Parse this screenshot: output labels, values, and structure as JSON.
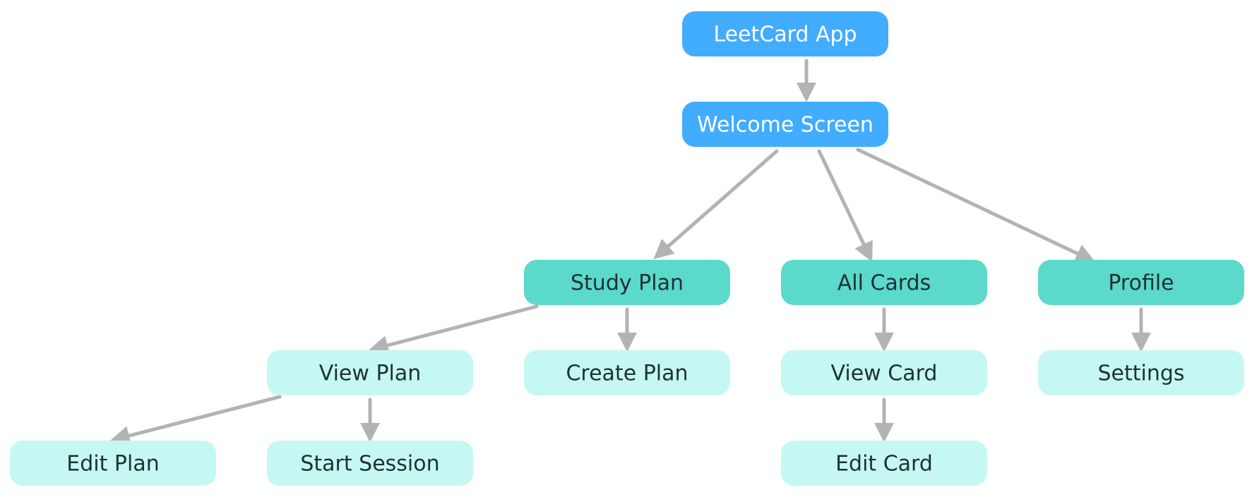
{
  "colors": {
    "primary_fill": "#42acff",
    "primary_text": "#ffffff",
    "secondary_fill": "#5bd9cb",
    "secondary_text": "#1f3133",
    "tertiary_fill": "#c5f8f3",
    "tertiary_text": "#1f3133",
    "arrow": "#b3b3b3"
  },
  "nodes": [
    {
      "id": "leetcard-app",
      "label": "LeetCard App",
      "level": "primary"
    },
    {
      "id": "welcome-screen",
      "label": "Welcome Screen",
      "level": "primary"
    },
    {
      "id": "study-plan",
      "label": "Study Plan",
      "level": "secondary"
    },
    {
      "id": "all-cards",
      "label": "All Cards",
      "level": "secondary"
    },
    {
      "id": "profile",
      "label": "Profile",
      "level": "secondary"
    },
    {
      "id": "view-plan",
      "label": "View Plan",
      "level": "tertiary"
    },
    {
      "id": "create-plan",
      "label": "Create Plan",
      "level": "tertiary"
    },
    {
      "id": "view-card",
      "label": "View Card",
      "level": "tertiary"
    },
    {
      "id": "settings",
      "label": "Settings",
      "level": "tertiary"
    },
    {
      "id": "edit-plan",
      "label": "Edit Plan",
      "level": "tertiary"
    },
    {
      "id": "start-session",
      "label": "Start Session",
      "level": "tertiary"
    },
    {
      "id": "edit-card",
      "label": "Edit Card",
      "level": "tertiary"
    }
  ],
  "edges": [
    {
      "from": "leetcard-app",
      "to": "welcome-screen"
    },
    {
      "from": "welcome-screen",
      "to": "study-plan"
    },
    {
      "from": "welcome-screen",
      "to": "all-cards"
    },
    {
      "from": "welcome-screen",
      "to": "profile"
    },
    {
      "from": "study-plan",
      "to": "view-plan"
    },
    {
      "from": "study-plan",
      "to": "create-plan"
    },
    {
      "from": "all-cards",
      "to": "view-card"
    },
    {
      "from": "profile",
      "to": "settings"
    },
    {
      "from": "view-plan",
      "to": "edit-plan"
    },
    {
      "from": "view-plan",
      "to": "start-session"
    },
    {
      "from": "view-card",
      "to": "edit-card"
    }
  ]
}
